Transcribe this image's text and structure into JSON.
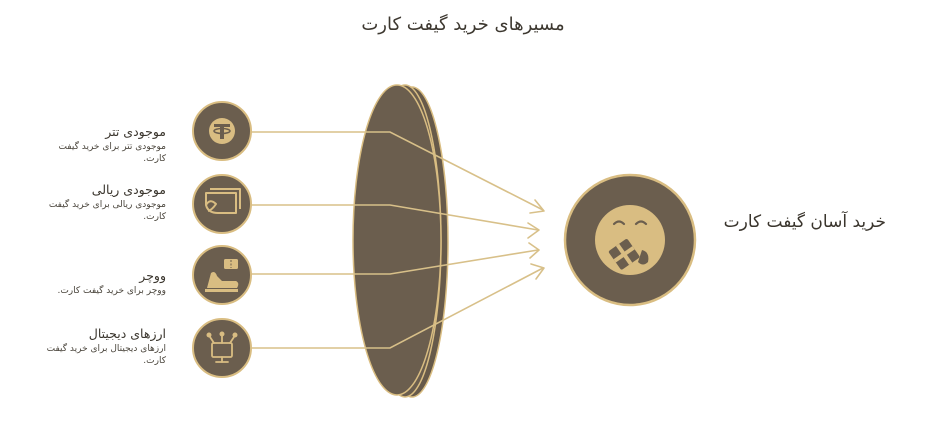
{
  "title": "مسیرهای خرید گیفت کارت",
  "colors": {
    "dark": "#6b5e4e",
    "gold": "#d9bd82",
    "line": "#d8c089"
  },
  "sources": [
    {
      "id": "tether",
      "title": "موجودی تتر",
      "desc": "موجودی تتر برای خرید گیفت کارت.",
      "icon": "tether-coin-icon"
    },
    {
      "id": "rial",
      "title": "موجودی ریالی",
      "desc": "موجودی ریالی برای خرید گیفت کارت.",
      "icon": "wallet-icon"
    },
    {
      "id": "voucher",
      "title": "ووچر",
      "desc": "ووچر برای خرید گیفت کارت.",
      "icon": "voucher-ticket-icon"
    },
    {
      "id": "crypto",
      "title": "ارزهای دیجیتال",
      "desc": "ارزهای دیجیتال برای خرید گیفت کارت.",
      "icon": "crypto-monitor-icon"
    }
  ],
  "result": {
    "label": "خرید آسان گیفت کارت",
    "icon": "happy-gift-face-icon"
  }
}
